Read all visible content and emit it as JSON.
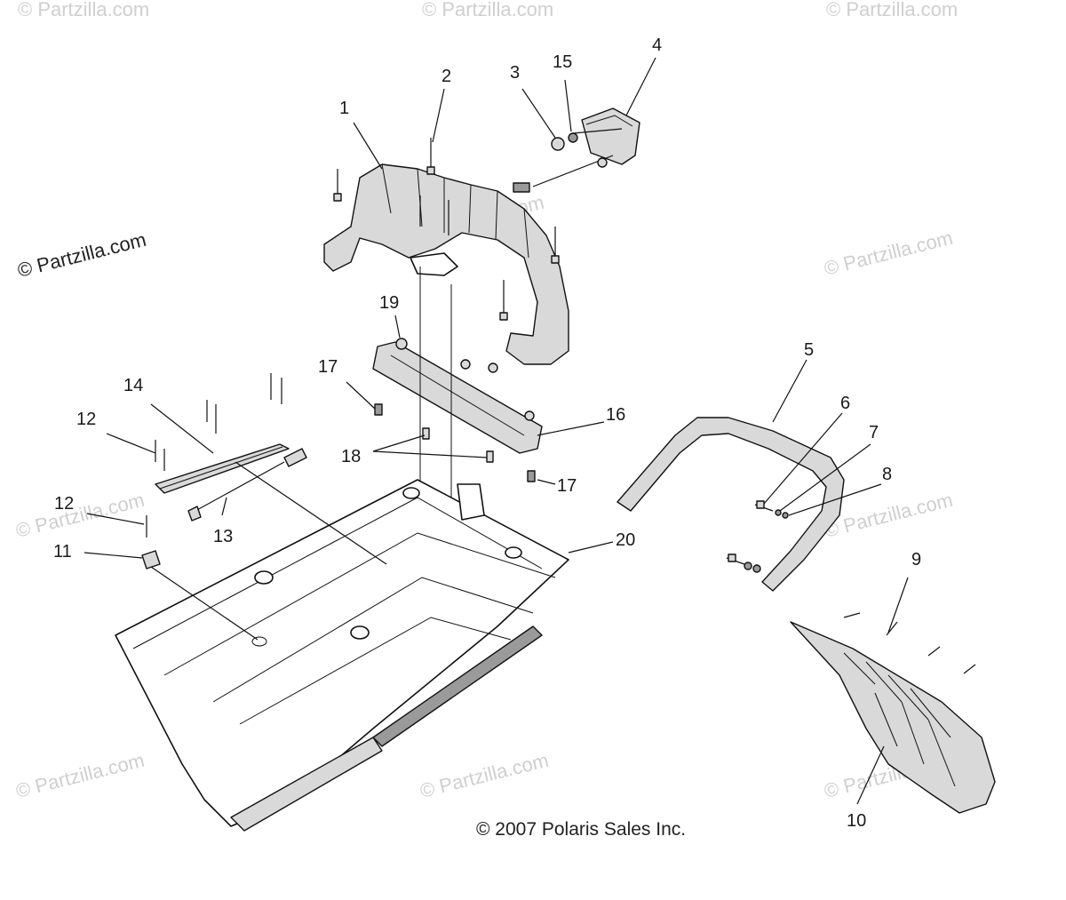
{
  "watermarks": {
    "main": "© Partzilla.com",
    "faint": "© Partzilla.com"
  },
  "copyright": "© 2007 Polaris Sales Inc.",
  "callouts": [
    {
      "id": "1",
      "label": "1"
    },
    {
      "id": "2",
      "label": "2"
    },
    {
      "id": "3",
      "label": "3"
    },
    {
      "id": "4",
      "label": "4"
    },
    {
      "id": "5",
      "label": "5"
    },
    {
      "id": "6",
      "label": "6"
    },
    {
      "id": "7",
      "label": "7"
    },
    {
      "id": "8",
      "label": "8"
    },
    {
      "id": "9",
      "label": "9"
    },
    {
      "id": "10",
      "label": "10"
    },
    {
      "id": "11",
      "label": "11"
    },
    {
      "id": "12a",
      "label": "12"
    },
    {
      "id": "12b",
      "label": "12"
    },
    {
      "id": "13",
      "label": "13"
    },
    {
      "id": "14",
      "label": "14"
    },
    {
      "id": "15",
      "label": "15"
    },
    {
      "id": "16",
      "label": "16"
    },
    {
      "id": "17a",
      "label": "17"
    },
    {
      "id": "17b",
      "label": "17"
    },
    {
      "id": "18",
      "label": "18"
    },
    {
      "id": "19",
      "label": "19"
    },
    {
      "id": "20",
      "label": "20"
    }
  ]
}
